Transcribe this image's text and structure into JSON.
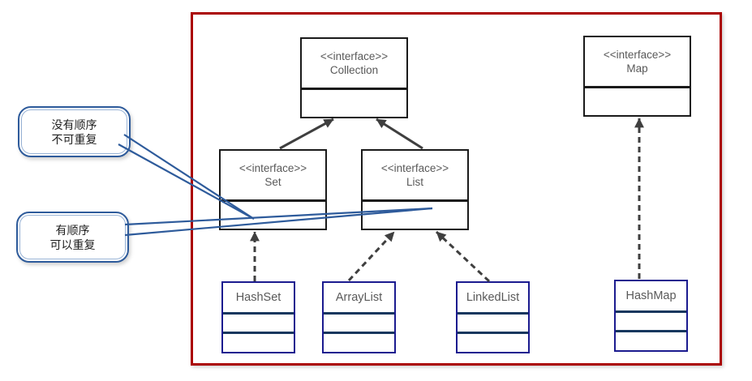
{
  "diagram": {
    "interfaces": {
      "collection": {
        "stereotype": "<<interface>>",
        "name": "Collection"
      },
      "map": {
        "stereotype": "<<interface>>",
        "name": "Map"
      },
      "set": {
        "stereotype": "<<interface>>",
        "name": "Set"
      },
      "list": {
        "stereotype": "<<interface>>",
        "name": "List"
      }
    },
    "classes": {
      "hashset": {
        "name": "HashSet"
      },
      "arraylist": {
        "name": "ArrayList"
      },
      "linkedlist": {
        "name": "LinkedList"
      },
      "hashmap": {
        "name": "HashMap"
      }
    },
    "callouts": {
      "set_note": {
        "line1": "没有顺序",
        "line2": "不可重复"
      },
      "list_note": {
        "line1": "有顺序",
        "line2": "可以重复"
      }
    },
    "colors": {
      "boundary_red": "#aa0000",
      "interface_border": "#1a1a1a",
      "class_border": "#1b1b8f",
      "class_divider": "#17375e",
      "callout_blue": "#2e5b9b",
      "arrow_gray": "#3f3f3f",
      "text_gray": "#595959"
    }
  }
}
